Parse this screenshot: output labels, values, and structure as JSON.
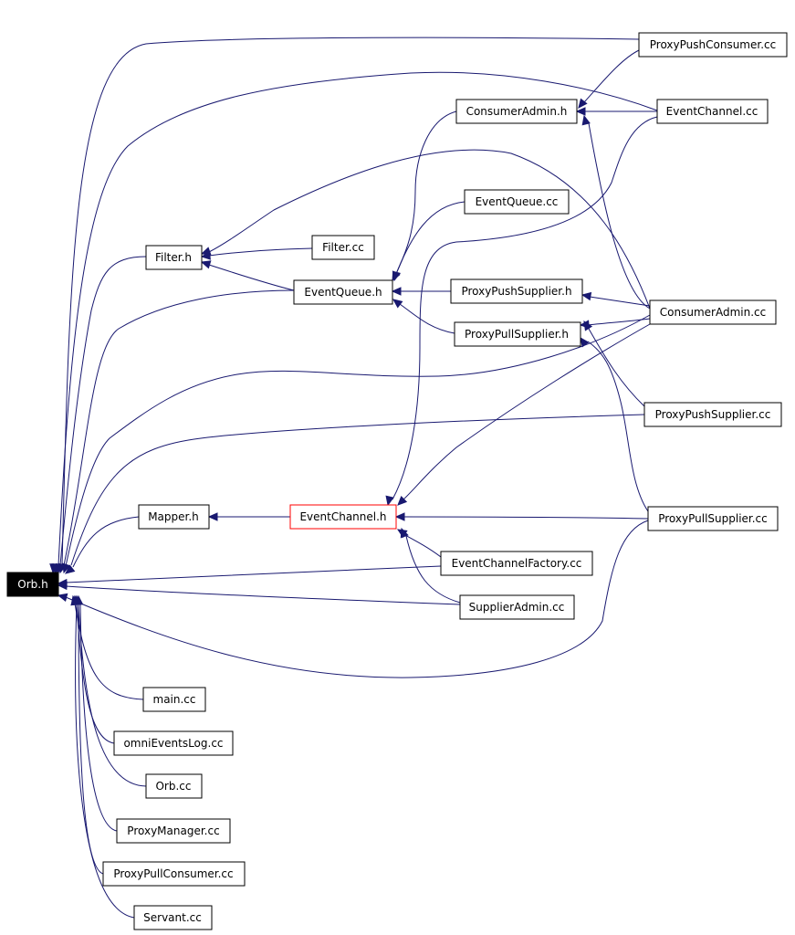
{
  "colors": {
    "edge": "#191970",
    "root_fill": "#000000",
    "root_text": "#ffffff",
    "highlight_border": "#ff0000",
    "node_border": "#000000"
  },
  "nodes": {
    "orb_h": "Orb.h",
    "filter_h": "Filter.h",
    "filter_cc": "Filter.cc",
    "eventqueue_h": "EventQueue.h",
    "eventqueue_cc": "EventQueue.cc",
    "consumeradmin_h": "ConsumerAdmin.h",
    "proxypushconsumer_cc": "ProxyPushConsumer.cc",
    "eventchannel_cc": "EventChannel.cc",
    "proxypushsupplier_h": "ProxyPushSupplier.h",
    "proxypullsupplier_h": "ProxyPullSupplier.h",
    "consumeradmin_cc": "ConsumerAdmin.cc",
    "proxypushsupplier_cc": "ProxyPushSupplier.cc",
    "mapper_h": "Mapper.h",
    "eventchannel_h": "EventChannel.h",
    "proxypullsupplier_cc": "ProxyPullSupplier.cc",
    "eventchannelfactory_cc": "EventChannelFactory.cc",
    "supplieradmin_cc": "SupplierAdmin.cc",
    "main_cc": "main.cc",
    "omnieventslog_cc": "omniEventsLog.cc",
    "orb_cc": "Orb.cc",
    "proxymanager_cc": "ProxyManager.cc",
    "proxypullconsumer_cc": "ProxyPullConsumer.cc",
    "servant_cc": "Servant.cc"
  }
}
